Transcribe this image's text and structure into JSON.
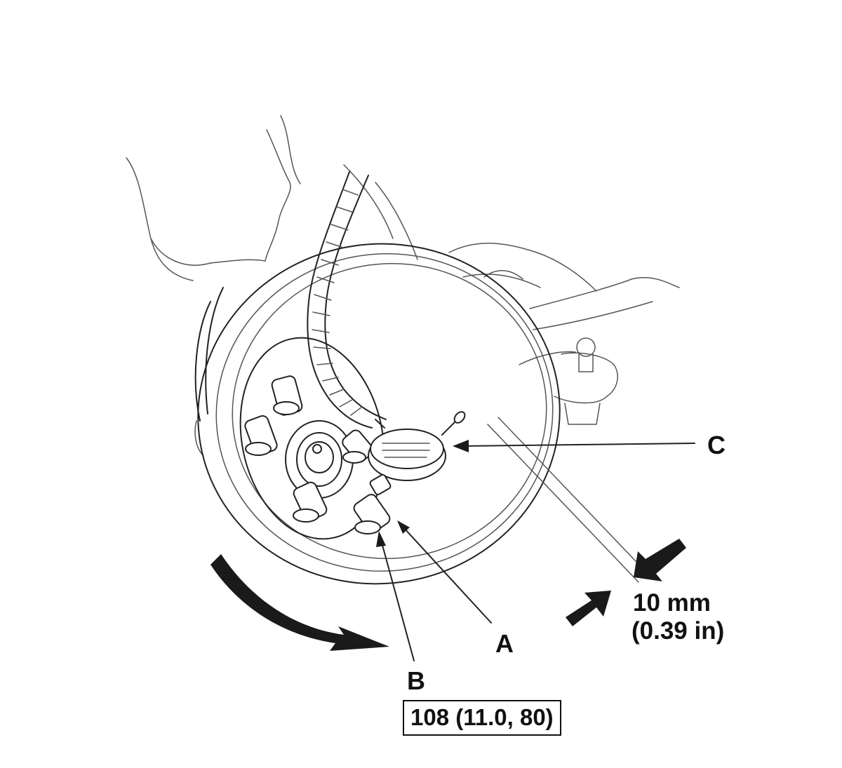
{
  "callouts": {
    "a": "A",
    "b": "B",
    "c": "C"
  },
  "measurement": {
    "metric": "10 mm",
    "imperial": "(0.39 in)"
  },
  "torque_spec": "108 (11.0, 80)",
  "colors": {
    "line": "#222222",
    "arrow_fill": "#1a1a1a",
    "background": "#ffffff"
  }
}
